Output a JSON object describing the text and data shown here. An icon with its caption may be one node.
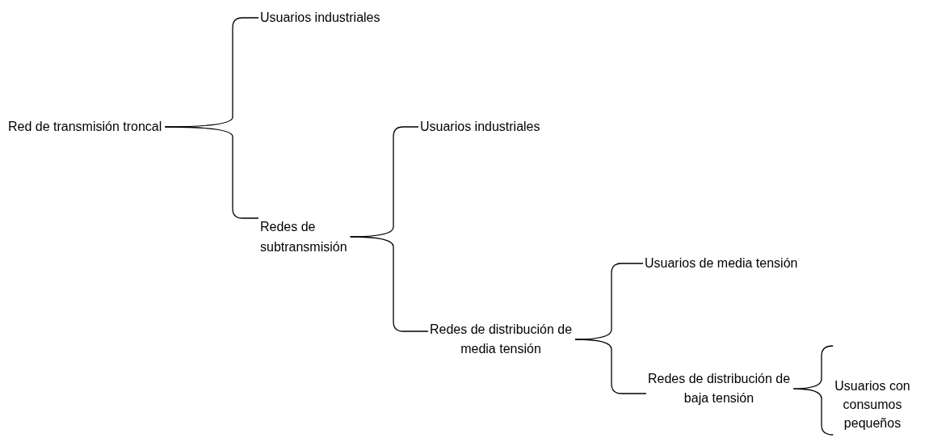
{
  "diagram": {
    "nodes": [
      {
        "text": [
          "Red de transmisión troncal"
        ]
      },
      {
        "text": [
          "Usuarios industriales"
        ]
      },
      {
        "text": [
          "Redes de subtransmisión"
        ]
      },
      {
        "text": [
          "Usuarios industriales"
        ]
      },
      {
        "text": [
          "Redes de distribución de media tensión"
        ]
      },
      {
        "text": [
          "Usuarios de media tensión"
        ]
      },
      {
        "text": [
          "Redes de distribución de baja tensión"
        ]
      },
      {
        "text": [
          "Usuarios con consumos pequeños"
        ]
      }
    ],
    "edges": [
      {
        "from": 0,
        "to": 1,
        "arrow": "none"
      },
      {
        "from": 0,
        "to": 2,
        "arrow": "none"
      },
      {
        "from": 2,
        "to": 3,
        "arrow": "none"
      },
      {
        "from": 2,
        "to": 4,
        "arrow": "none"
      },
      {
        "from": 4,
        "to": 5,
        "arrow": "none"
      },
      {
        "from": 4,
        "to": 6,
        "arrow": "none"
      },
      {
        "from": 6,
        "to": 7,
        "arrow": "none"
      }
    ]
  }
}
